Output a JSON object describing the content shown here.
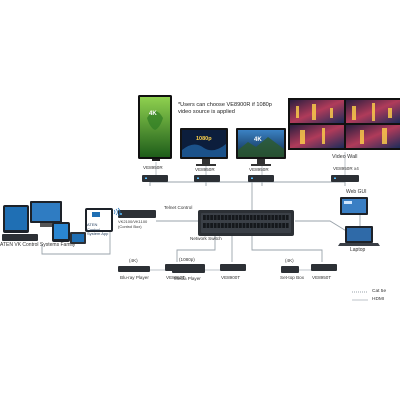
{
  "colors": {
    "cat5e": "#9aa3ab",
    "hdmi": "#c9cdd2",
    "device": "#2c3035",
    "screen_dark": "#111827",
    "accent_blue": "#1f6fb4"
  },
  "note": {
    "line1": "*Users can choose VE8900R if 1080p",
    "line2": "video source is applied"
  },
  "displays": {
    "portrait_badge": "4K",
    "monitor1_badge": "1080p",
    "monitor2_badge": "4K",
    "wall_title": "Video Wall"
  },
  "receivers": {
    "r1": "VE8950R",
    "r2": "VE8950R",
    "r3": "VE8950R",
    "r4": "VE8950R x4"
  },
  "switch": {
    "label": "Network Switch",
    "telnet": "Telnet Control"
  },
  "control": {
    "family": "ATEN VK Control Systems Family",
    "app": "ATEN Control System App",
    "box": "VK2100/VK1100 (Control Box)"
  },
  "web": {
    "gui": "Web GUI",
    "laptop": "Laptop"
  },
  "sources": {
    "s1_res": "(4K)",
    "s1_name": "Blu-ray Player",
    "s2_res": "(1080p)",
    "s2_name": "Media Player",
    "s3_res": "(4K)",
    "s3_name": "Set-top Box"
  },
  "transmitters": {
    "t1": "VE8950T",
    "t2": "VE8900T",
    "t3": "VE8950T"
  },
  "legend": {
    "cat5e": "Cat 5e",
    "hdmi": "HDMI"
  }
}
